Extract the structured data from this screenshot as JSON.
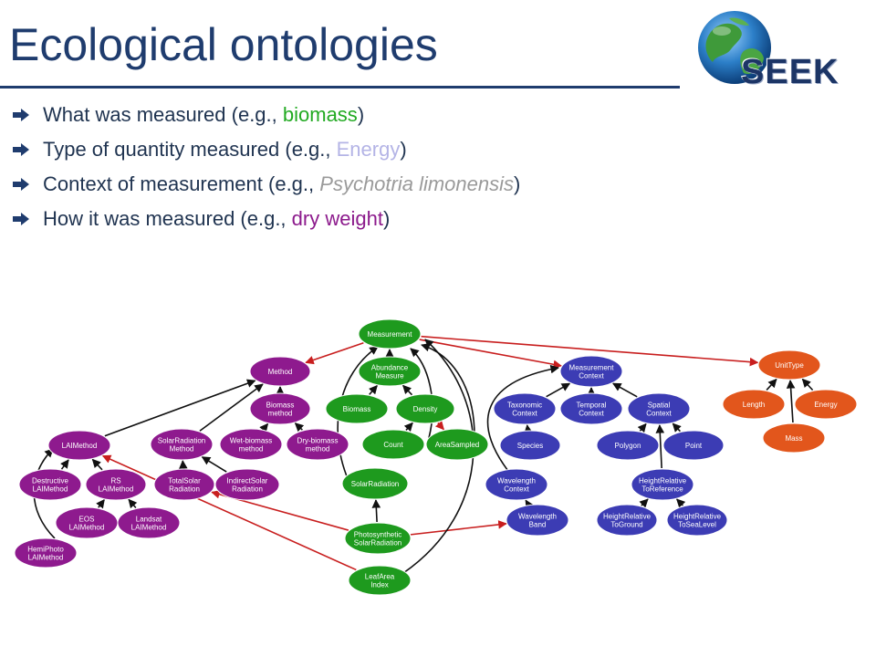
{
  "slide": {
    "title": "Ecological ontologies",
    "logo_text": "SEEK"
  },
  "bullets": [
    {
      "prefix": "What was measured (e.g., ",
      "highlight": "biomass",
      "suffix": ")"
    },
    {
      "prefix": "Type of quantity measured (e.g., ",
      "highlight": "Energy",
      "suffix": ")"
    },
    {
      "prefix": "Context of measurement (e.g., ",
      "highlight": "Psychotria limonensis",
      "suffix": ")"
    },
    {
      "prefix": "How it was measured (e.g., ",
      "highlight": "dry weight",
      "suffix": ")"
    }
  ],
  "diagram": {
    "colors": {
      "method": "#8e1a8e",
      "measurement": "#1e9a1e",
      "context": "#3c3cb4",
      "unit": "#e2561c",
      "edge_black": "#111111",
      "edge_red": "#c81e1e"
    },
    "nodes": {
      "measurement": [
        "Measurement"
      ],
      "abundance_measure": [
        "Abundance",
        "Measure"
      ],
      "biomass": [
        "Biomass"
      ],
      "density": [
        "Density"
      ],
      "count": [
        "Count"
      ],
      "area_sampled": [
        "AreaSampled"
      ],
      "solar_radiation": [
        "SolarRadiation"
      ],
      "photosynthetic_solar_radiation": [
        "Photosynthetic",
        "SolarRadiation"
      ],
      "leaf_area_index": [
        "LeafArea",
        "Index"
      ],
      "method": [
        "Method"
      ],
      "biomass_method": [
        "Biomass",
        "method"
      ],
      "solar_radiation_method": [
        "SolarRadiation",
        "Method"
      ],
      "wet_biomass_method": [
        "Wet-biomass",
        "method"
      ],
      "dry_biomass_method": [
        "Dry-biomass",
        "method"
      ],
      "total_solar_radiation": [
        "TotalSolar",
        "Radiation"
      ],
      "indirect_solar_radiation": [
        "IndirectSolar",
        "Radiation"
      ],
      "lai_method": [
        "LAIMethod"
      ],
      "destructive_lai_method": [
        "Destructive",
        "LAIMethod"
      ],
      "rs_lai_method": [
        "RS",
        "LAIMethod"
      ],
      "eos_lai_method": [
        "EOS",
        "LAIMethod"
      ],
      "landsat_lai_method": [
        "Landsat",
        "LAIMethod"
      ],
      "hemiphoto_lai_method": [
        "HemiPhoto",
        "LAIMethod"
      ],
      "measurement_context": [
        "Measurement",
        "Context"
      ],
      "taxonomic_context": [
        "Taxonomic",
        "Context"
      ],
      "temporal_context": [
        "Temporal",
        "Context"
      ],
      "spatial_context": [
        "Spatial",
        "Context"
      ],
      "species": [
        "Species"
      ],
      "polygon": [
        "Polygon"
      ],
      "point": [
        "Point"
      ],
      "height_relative_to_reference": [
        "HeightRelative",
        "ToReference"
      ],
      "height_relative_to_ground": [
        "HeightRelative",
        "ToGround"
      ],
      "height_relative_to_sea_level": [
        "HeightRelative",
        "ToSeaLevel"
      ],
      "wavelength_context": [
        "Wavelength",
        "Context"
      ],
      "wavelength_band": [
        "Wavelength",
        "Band"
      ],
      "unit_type": [
        "UnitType"
      ],
      "length": [
        "Length"
      ],
      "energy": [
        "Energy"
      ],
      "mass": [
        "Mass"
      ]
    }
  }
}
